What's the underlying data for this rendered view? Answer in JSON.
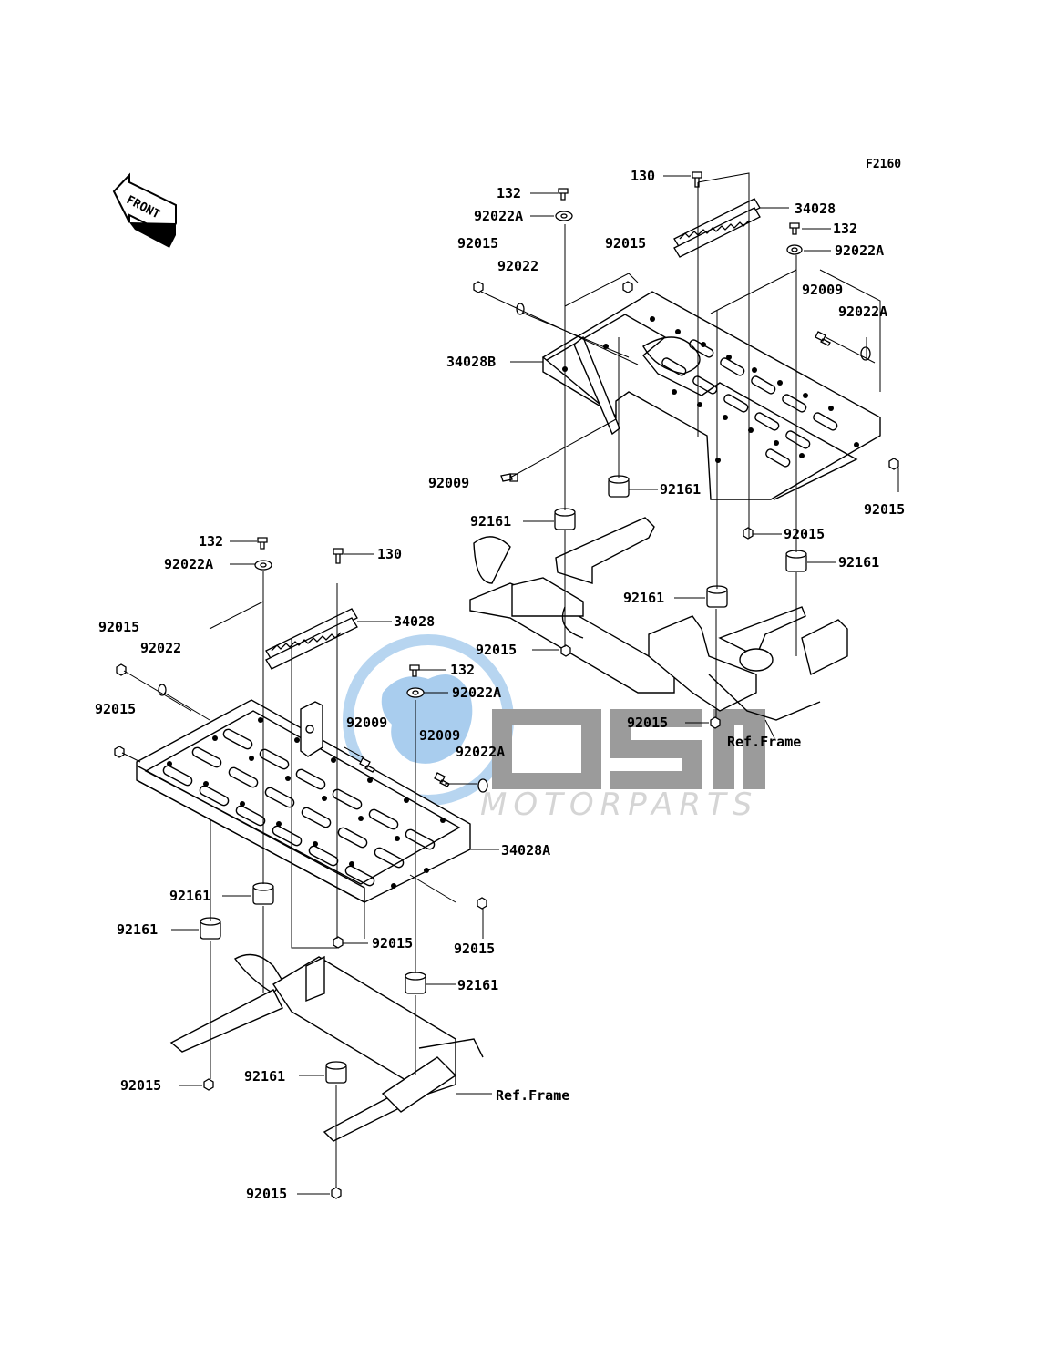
{
  "figure_code": "F2160",
  "front_marker": "FRONT",
  "watermark": {
    "brand": "OSM",
    "subtitle": "MOTORPARTS",
    "colors": {
      "circle": "#9fc8ec",
      "globe": "#2e86d6",
      "letters": "#7a7a7a",
      "subtitle": "#c8c8c8"
    }
  },
  "labels": {
    "rear_130": "130",
    "rear_132_a": "132",
    "rear_92022A_a": "92022A",
    "rear_34028": "34028",
    "rear_132_b": "132",
    "rear_92022A_b": "92022A",
    "rear_92015_a": "92015",
    "rear_92022": "92022",
    "rear_92015_b": "92015",
    "rear_92009_a": "92009",
    "rear_92022A_c": "92022A",
    "rear_34028B": "34028B",
    "rear_92009_b": "92009",
    "rear_92161_a": "92161",
    "rear_92015_c": "92015",
    "rear_92161_b": "92161",
    "rear_92015_d": "92015",
    "rear_92161_c": "92161",
    "rear_92161_d": "92161",
    "rear_92015_e": "92015",
    "rear_92015_f": "92015",
    "rear_ref_frame": "Ref.Frame",
    "front_132_a": "132",
    "front_92022A_a": "92022A",
    "front_130": "130",
    "front_34028": "34028",
    "front_92015_a": "92015",
    "front_92022": "92022",
    "front_92015_b": "92015",
    "front_132_b": "132",
    "front_92022A_b": "92022A",
    "front_92009_a": "92009",
    "front_92009_b": "92009",
    "front_92022A_c": "92022A",
    "front_34028A": "34028A",
    "front_92161_a": "92161",
    "front_92161_b": "92161",
    "front_92015_c": "92015",
    "front_92015_d": "92015",
    "front_92161_c": "92161",
    "front_92015_e": "92015",
    "front_92161_d": "92161",
    "front_ref_frame": "Ref.Frame",
    "front_92015_f": "92015"
  }
}
